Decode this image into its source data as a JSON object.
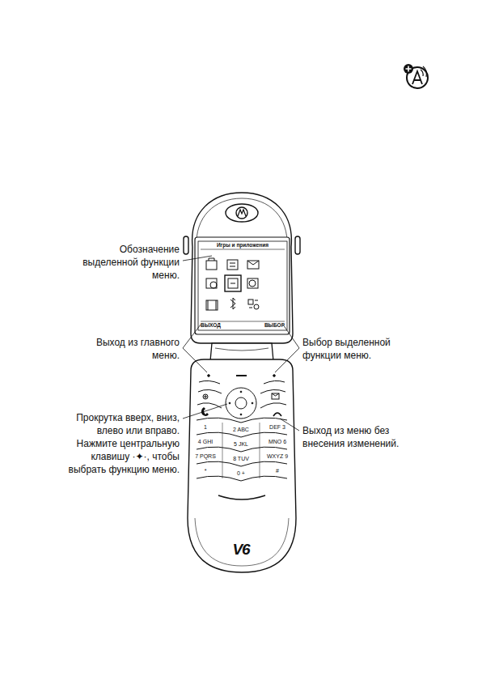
{
  "diagram": {
    "nodes": [
      {
        "text": [
          "Игры и приложения",
          "ВЫХОД",
          "ВЫБОР"
        ]
      }
    ],
    "labels": [
      "Обозначение выделенной функции меню.",
      "Выход из главного меню.",
      "Выбор выделенной функции меню.",
      "Прокрутка вверх, вниз, влево или вправо. Нажмите центральную клавишу ·✦·, чтобы выбрать функцию меню.",
      "Выход из меню без внесения изменений.",
      "1",
      "2 ABC",
      "DEF 3",
      "4 GHI",
      "5 JKL",
      "MNO 6",
      "7 PQRS",
      "8 TUV",
      "WXYZ 9",
      "*",
      "0 +",
      "#",
      "V6"
    ]
  }
}
